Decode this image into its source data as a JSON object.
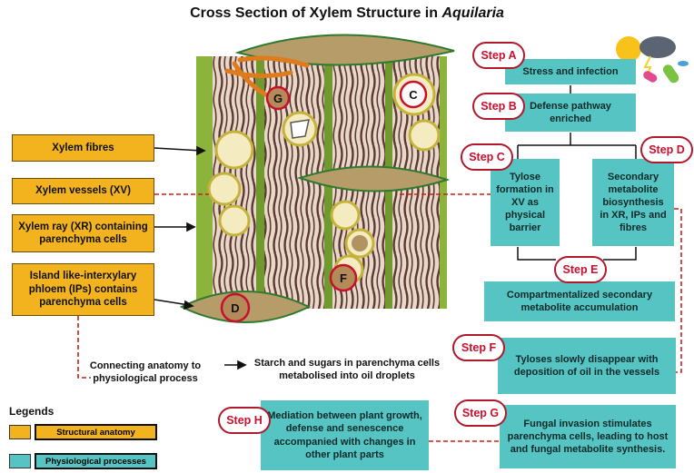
{
  "title": {
    "main": "Cross Section of Xylem Structure in ",
    "species": "Aquilaria"
  },
  "structural_labels": {
    "fibres": "Xylem fibres",
    "vessels": "Xylem vessels (XV)",
    "ray": "Xylem ray (XR) containing parenchyma cells",
    "phloem": "Island like-interxylary phloem (IPs) contains parenchyma cells"
  },
  "diagram_markers": {
    "g": "G",
    "c": "C",
    "f": "F",
    "d": "D"
  },
  "steps": {
    "a": {
      "label": "Step A",
      "text": "Stress and infection"
    },
    "b": {
      "label": "Step B",
      "text": "Defense pathway enriched"
    },
    "c": {
      "label": "Step C",
      "text": "Tylose formation in XV as physical barrier"
    },
    "d": {
      "label": "Step D",
      "text": "Secondary metabolite biosynthesis in XR, IPs and fibres"
    },
    "e": {
      "label": "Step E",
      "text": "Compartmentalized secondary metabolite accumulation"
    },
    "f": {
      "label": "Step F",
      "text": "Tyloses slowly disappear with deposition of oil in the vessels"
    },
    "g": {
      "label": "Step G",
      "text": "Fungal invasion stimulates parenchyma cells, leading to host and fungal metabolite synthesis."
    },
    "h": {
      "label": "Step H",
      "text": "Mediation between plant growth, defense and senescence accompanied with changes in other plant parts"
    }
  },
  "connector": {
    "left": "Connecting anatomy to physiological process",
    "right": "Starch and sugars in parenchyma cells metabolised into oil droplets"
  },
  "legend": {
    "title": "Legends",
    "structural": "Structural anatomy",
    "physiological": "Physiological processes"
  },
  "colors": {
    "structural": "#f2b31e",
    "physiological": "#55c4c3",
    "step_border": "#b0192b",
    "dashed_line": "#cc1f1f"
  }
}
